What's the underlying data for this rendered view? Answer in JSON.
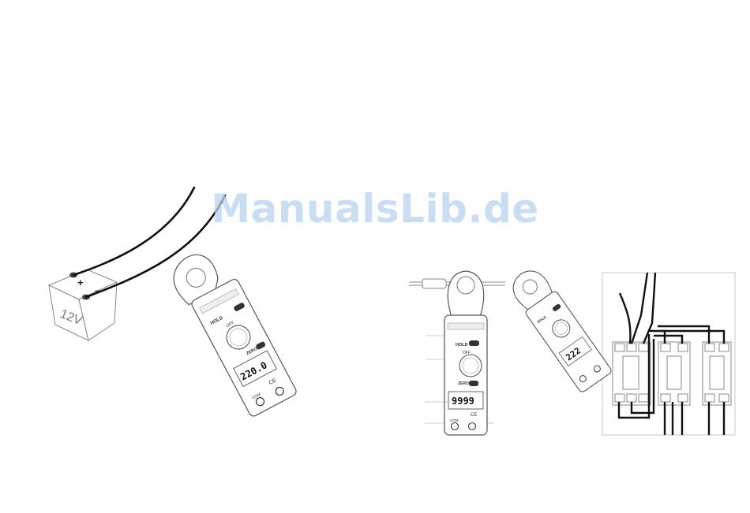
{
  "watermark": "ManualsLib.de",
  "battery": {
    "voltage_label": "12V",
    "plus": "+",
    "minus": "–"
  },
  "meter": {
    "hold_label": "HOLD",
    "off_label": "OFF",
    "zero_label": "ZERO",
    "com_label": "COM",
    "ce_mark": "CE",
    "reading_left": "220.0",
    "reading_middle": "9999",
    "reading_right": "222"
  }
}
